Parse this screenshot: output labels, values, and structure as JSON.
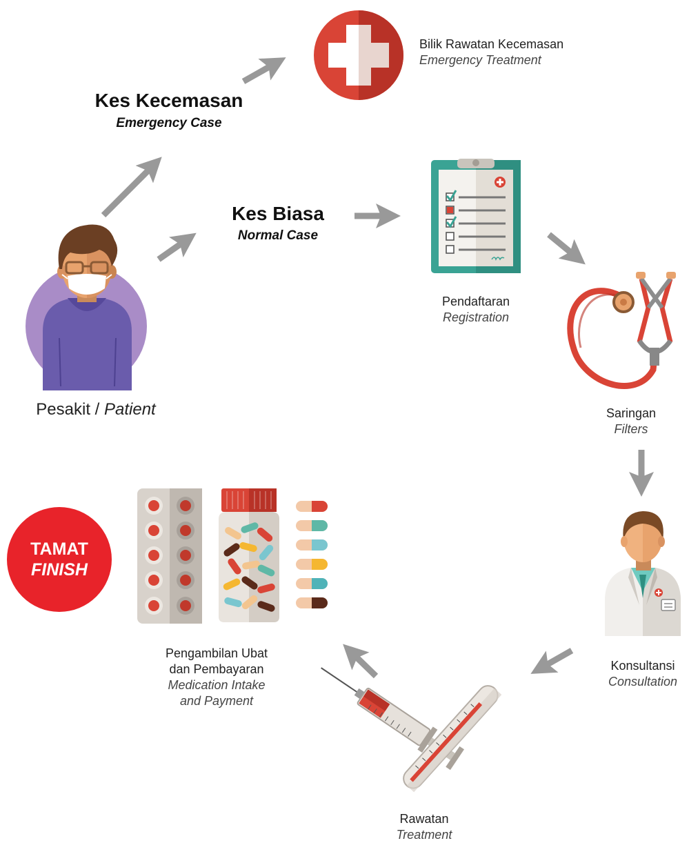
{
  "patient": {
    "label": "Pesakit",
    "separator": " / ",
    "label_en": "Patient"
  },
  "emergency_case": {
    "title": "Kes Kecemasan",
    "subtitle": "Emergency Case"
  },
  "normal_case": {
    "title": "Kes Biasa",
    "subtitle": "Normal Case"
  },
  "emergency_treatment": {
    "title": "Bilik Rawatan Kecemasan",
    "subtitle": "Emergency Treatment"
  },
  "registration": {
    "title": "Pendaftaran",
    "subtitle": "Registration"
  },
  "filters": {
    "title": "Saringan",
    "subtitle": "Filters"
  },
  "consultation": {
    "title": "Konsultansi",
    "subtitle": "Consultation"
  },
  "treatment": {
    "title": "Rawatan",
    "subtitle": "Treatment"
  },
  "medication": {
    "title_line1": "Pengambilan Ubat",
    "title_line2": "dan Pembayaran",
    "subtitle_line1": "Medication Intake",
    "subtitle_line2": "and Payment"
  },
  "finish": {
    "title": "TAMAT",
    "subtitle": "FINISH"
  },
  "colors": {
    "arrow": "#999999",
    "finish_red": "#e8232a",
    "cross_red": "#d94436",
    "patient_purple": "#a98cc7",
    "shirt": "#6a5cac",
    "clipboard_teal": "#3aa394"
  }
}
